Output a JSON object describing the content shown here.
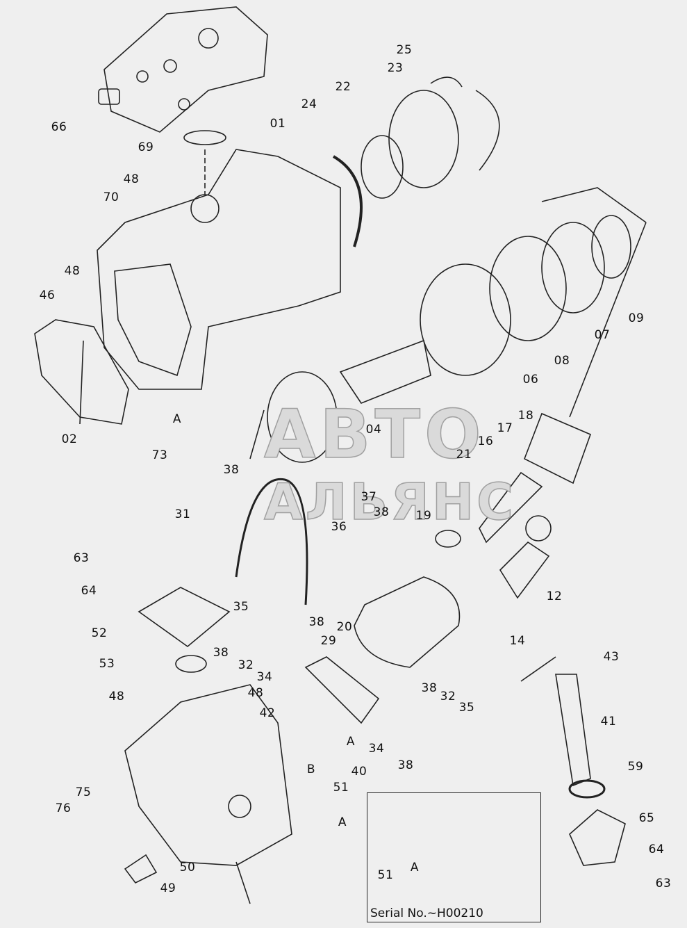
{
  "title": "Hydraulic pump exploded parts diagram",
  "watermark": {
    "line1": "АВТО",
    "line2": "АЛЬЯНС"
  },
  "callouts": [
    "66",
    "69",
    "01",
    "24",
    "22",
    "23",
    "25",
    "48",
    "70",
    "48",
    "46",
    "02",
    "A",
    "73",
    "09",
    "07",
    "08",
    "06",
    "04",
    "18",
    "17",
    "16",
    "21",
    "38",
    "37",
    "38",
    "31",
    "36",
    "19",
    "12",
    "63",
    "64",
    "35",
    "38",
    "52",
    "14",
    "20",
    "29",
    "38",
    "32",
    "34",
    "53",
    "43",
    "48",
    "48",
    "38",
    "32",
    "35",
    "42",
    "41",
    "34",
    "A",
    "B",
    "40",
    "38",
    "59",
    "51",
    "A",
    "75",
    "76",
    "65",
    "64",
    "50",
    "49",
    "63"
  ],
  "inset": {
    "part": "51",
    "ref": "A",
    "serial": "Serial No.~H00210"
  }
}
